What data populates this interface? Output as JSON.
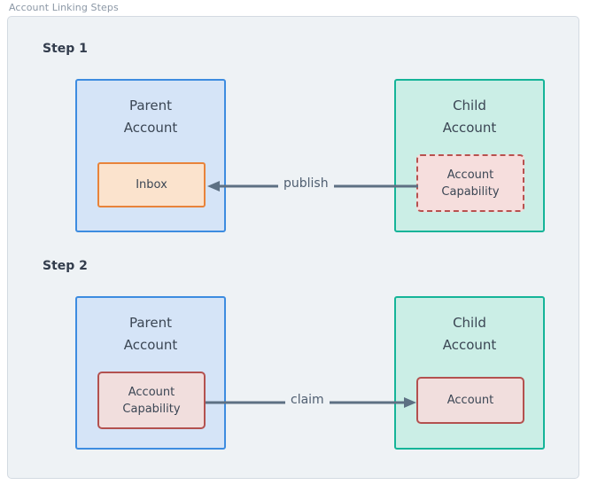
{
  "frame": {
    "title": "Account Linking Steps"
  },
  "steps": [
    {
      "label": "Step 1",
      "left_box": {
        "title": "Parent\nAccount",
        "inner": {
          "label": "Inbox",
          "style": "solid-orange"
        }
      },
      "right_box": {
        "title": "Child\nAccount",
        "inner": {
          "label": "Account\nCapability",
          "style": "dashed-red"
        }
      },
      "connector": {
        "label": "publish",
        "direction": "left"
      }
    },
    {
      "label": "Step 2",
      "left_box": {
        "title": "Parent\nAccount",
        "inner": {
          "label": "Account\nCapability",
          "style": "solid-red"
        }
      },
      "right_box": {
        "title": "Child\nAccount",
        "inner": {
          "label": "Account",
          "style": "solid-red"
        }
      },
      "connector": {
        "label": "claim",
        "direction": "right"
      }
    }
  ],
  "colors": {
    "canvas": "#eef2f5",
    "frame_border": "#d3dae1",
    "frame_title_text": "#8c98a6",
    "parent_fill": "#d5e4f7",
    "parent_border": "#3d8ce0",
    "child_fill": "#cbeee6",
    "child_border": "#15b498",
    "inbox_fill": "#fbe3cd",
    "inbox_border": "#e8833a",
    "capability_fill": "#f1dedd",
    "capability_border": "#b3514f",
    "arrow": "#5d7083",
    "text": "#3b4654",
    "step_text": "#333d4d"
  }
}
